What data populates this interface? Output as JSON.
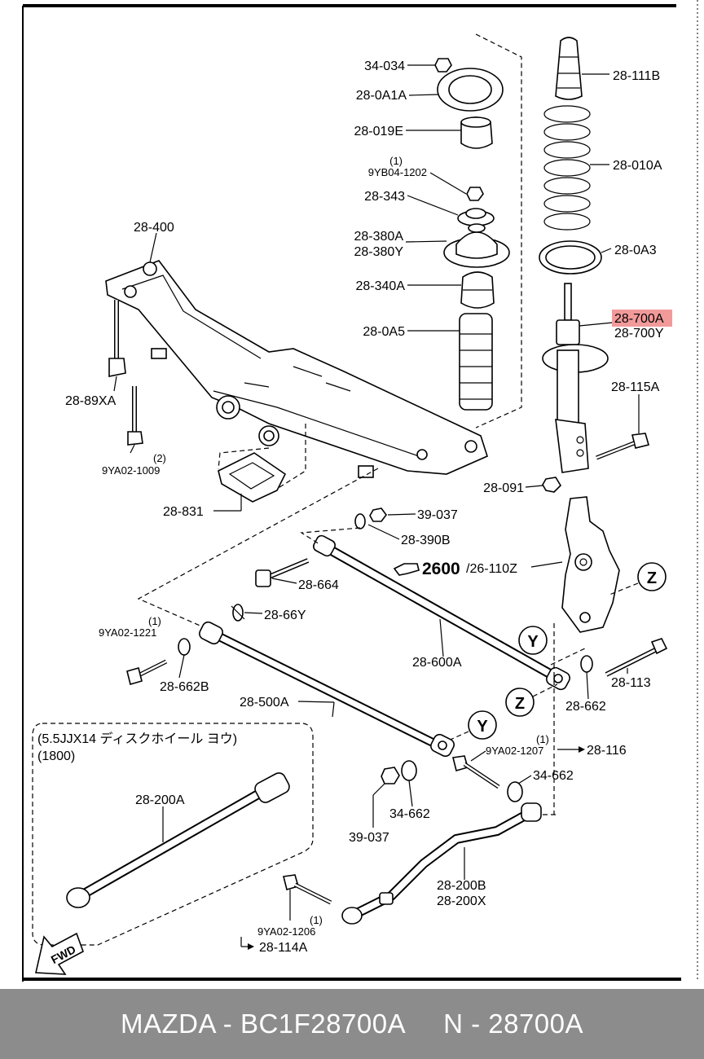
{
  "labels": {
    "p34034": "34-034",
    "p280A1A": "28-0A1A",
    "p28019E": "28-019E",
    "p9YB04_qty": "(1)",
    "p9YB04": "9YB04-1202",
    "p28343": "28-343",
    "p28380A": "28-380A",
    "p28380Y": "28-380Y",
    "p28340A": "28-340A",
    "p280A5": "28-0A5",
    "p28111B": "28-111B",
    "p28010A": "28-010A",
    "p280A3": "28-0A3",
    "p28700A": "28-700A",
    "p28700Y": "28-700Y",
    "p28115A": "28-115A",
    "p28091": "28-091",
    "p28400": "28-400",
    "p2889XA": "28-89XA",
    "p9YA021009_qty": "(2)",
    "p9YA021009": "9YA02-1009",
    "p28831": "28-831",
    "p39037a": "39-037",
    "p28390B": "28-390B",
    "p2600": "2600",
    "p26110Z": "/26-110Z",
    "p28664": "28-664",
    "p9YA021221_qty": "(1)",
    "p9YA021221": "9YA02-1221",
    "p2866Y": "28-66Y",
    "p28662B": "28-662B",
    "p28600A": "28-600A",
    "p28113": "28-113",
    "p28662": "28-662",
    "p28500A": "28-500A",
    "p9YA021207_qty": "(1)",
    "p9YA021207": "9YA02-1207",
    "p28116": "28-116",
    "p34662a": "34-662",
    "p34662b": "34-662",
    "p39037b": "39-037",
    "p28200B": "28-200B",
    "p28200X": "28-200X",
    "p9YA021206_qty": "(1)",
    "p9YA021206": "9YA02-1206",
    "p28114A": "28-114A",
    "p28200A": "28-200A",
    "note1": "(5.5JJX14 ディスクホイール ヨウ)",
    "note2": "(1800)",
    "fwd": "FWD"
  },
  "markers": {
    "z": "Z",
    "y": "Y"
  },
  "highlight_color": "#f29a9a",
  "footer": {
    "brand": "MAZDA - BC1F28700A",
    "part": "N - 28700A"
  }
}
